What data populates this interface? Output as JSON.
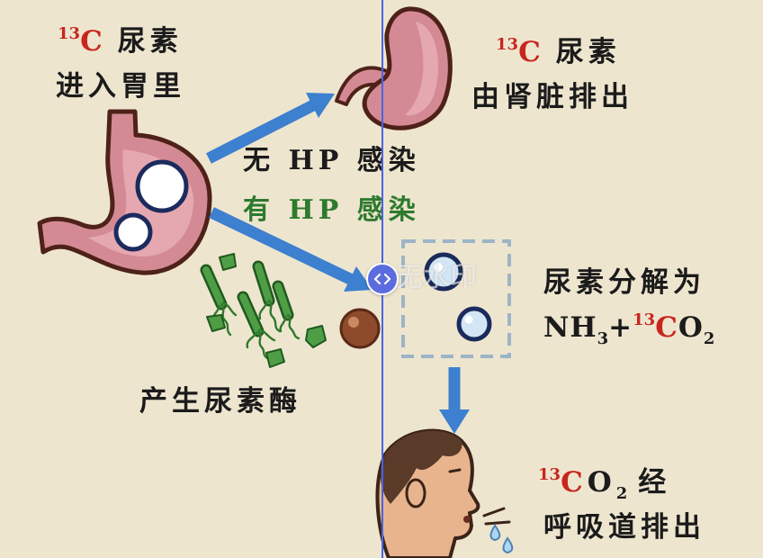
{
  "stomach_caption": {
    "mass_number": "13",
    "element": "C",
    "substance": "尿素",
    "line2": "进入胃里"
  },
  "kidney_caption": {
    "mass_number": "13",
    "element": "C",
    "substance": "尿素",
    "line2": "由肾脏排出"
  },
  "branch_labels": {
    "negative": "无 HP 感染",
    "positive": "有 HP 感染"
  },
  "decomposition_caption": {
    "line1": "尿素分解为",
    "formula": {
      "ammonia": "NH",
      "ammonia_subscript": "3",
      "plus": "+",
      "mass_number": "13",
      "element": "C",
      "oxygen": "O",
      "oxygen_subscript": "2"
    }
  },
  "urease_caption": "产生尿素酶",
  "exhale_caption": {
    "mass_number": "13",
    "element": "C",
    "oxygen": "O",
    "oxygen_subscript": "2",
    "word": "经",
    "line2": "呼吸道排出"
  },
  "watermark": "无水印",
  "compare_slider": {
    "handle_icon": "chevron-left-right-icon"
  },
  "colors": {
    "background": "#eee5cf",
    "text": "#1b1b1b",
    "isotope_red": "#c8261d",
    "positive_green": "#2e7a2e",
    "arrow_blue": "#3c80cf",
    "slider_blue": "#4a64e0",
    "organ_pink": "#d48a95",
    "outline_brown": "#4e2218"
  }
}
